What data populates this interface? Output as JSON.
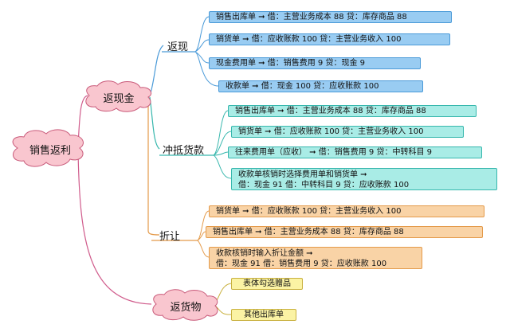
{
  "root": {
    "label": "销售返利"
  },
  "branches": {
    "cash_rebate": {
      "label": "返现金",
      "sub": {
        "label": "返现",
        "items": [
          "销售出库单 ➞ 借：主营业务成本 88 贷：库存商品 88",
          "销货单 ➞ 借：应收账款 100 贷：主营业务收入 100",
          "现金费用单 ➞ 借：销售费用 9 贷：现金 9",
          "收款单 ➞ 借：现金 100 贷：应收账款 100"
        ]
      },
      "offset": {
        "label": "冲抵货款",
        "items": [
          "销售出库单 ➞ 借：主营业务成本 88 贷：库存商品 88",
          "销货单 ➞ 借：应收账款 100 贷：主营业务收入 100",
          "往来费用单（应收） ➞ 借：销售费用 9 贷：中转科目 9"
        ],
        "multi": {
          "line1": "收款单核销时选择费用单和销货单 ➞",
          "line2": "借：现金   91 借：中转科目 9 贷：应收账款 100"
        }
      },
      "discount": {
        "label": "折让",
        "items": [
          "销货单 ➞ 借：应收账款 100 贷：主营业务收入 100",
          "销售出库单 ➞ 借：主营业务成本 88 贷：库存商品 88"
        ],
        "multi": {
          "line1": "收款核销时输入折让金额 ➞",
          "line2": "借：现金 91 借：销售费用 9 贷：应收账款 100"
        }
      }
    },
    "goods_rebate": {
      "label": "返货物",
      "items": [
        "表体勾选赠品",
        "其他出库单"
      ]
    }
  },
  "colors": {
    "blue_fill": "#99ccf2",
    "teal_fill": "#a9ece6",
    "orange_fill": "#f9d3a6",
    "yellow_fill": "#fbf3a4",
    "cloud_fill": "#f9c6cf",
    "cloud_stroke": "#c95a7a"
  }
}
